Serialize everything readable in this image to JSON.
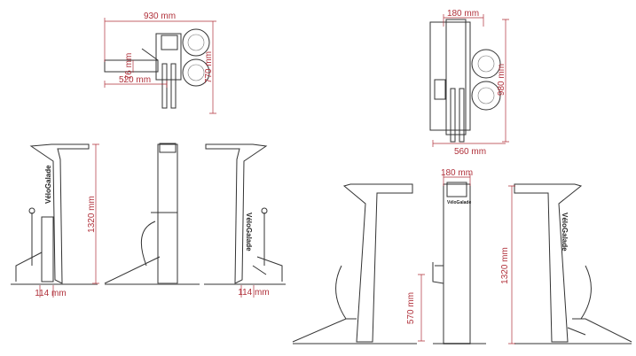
{
  "colors": {
    "dimension": "#b0303a",
    "drawing": "#333333"
  },
  "brand": "VéloGalade",
  "plan_view_side": {
    "width": "930 mm",
    "offset": "76 mm",
    "arm": "520 mm",
    "depth": "770 mm"
  },
  "plan_view_front": {
    "width": "180 mm",
    "depth": "980 mm",
    "base": "560 mm"
  },
  "elevations_small": {
    "height": "1320 mm",
    "left_gap": "114 mm",
    "right_gap": "114 mm"
  },
  "elevations_large": {
    "width": "180 mm",
    "seat_height": "570 mm",
    "height": "1320 mm"
  }
}
